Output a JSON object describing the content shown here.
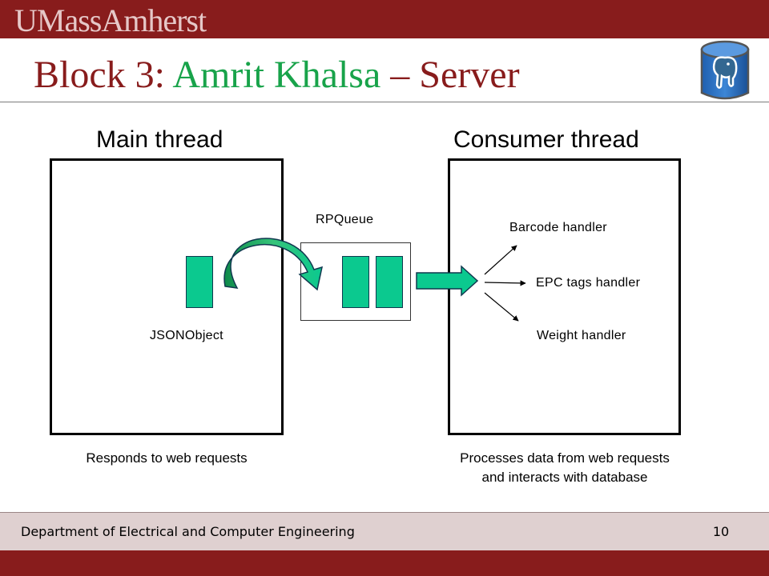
{
  "header": {
    "brand": "UMassAmherst"
  },
  "title": {
    "prefix": "Block 3: ",
    "name": "Amrit Khalsa",
    "suffix": " – Server"
  },
  "colors": {
    "maroon": "#881c1c",
    "title_green": "#18a34a",
    "block_green": "#0bc98f",
    "footer_bg": "#dfd0d0"
  },
  "logo": {
    "icon": "postgresql-elephant-database-icon"
  },
  "main_thread": {
    "heading": "Main thread",
    "object_label": "JSONObject",
    "caption": "Responds to web requests"
  },
  "queue": {
    "label": "RPQueue"
  },
  "consumer_thread": {
    "heading": "Consumer thread",
    "handlers": [
      "Barcode handler",
      "EPC tags handler",
      "Weight handler"
    ],
    "caption_line1": "Processes data from web requests",
    "caption_line2": "and interacts with database"
  },
  "footer": {
    "department": "Department of Electrical and Computer Engineering",
    "page": "10"
  }
}
